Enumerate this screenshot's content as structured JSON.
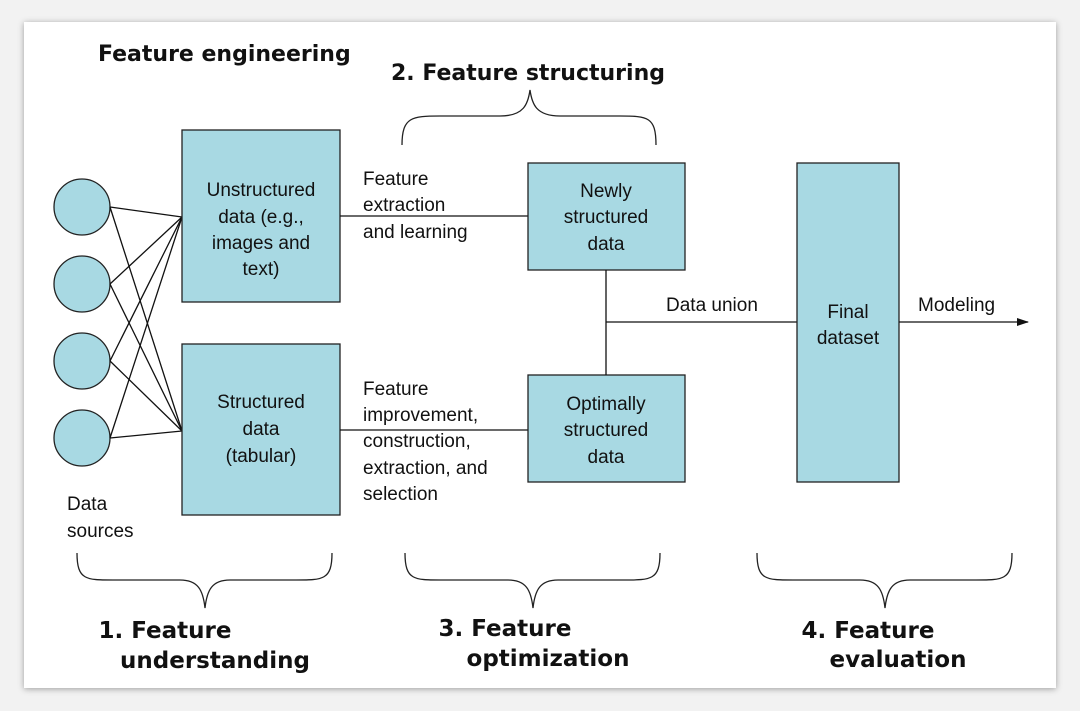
{
  "title": "Feature engineering",
  "stages": {
    "understanding": [
      "1. Feature",
      "understanding"
    ],
    "structuring": [
      "2. Feature structuring"
    ],
    "optimization": [
      "3. Feature",
      "optimization"
    ],
    "evaluation": [
      "4. Feature",
      "evaluation"
    ]
  },
  "boxes": {
    "unstructured": [
      "Unstructured",
      "data (e.g.,",
      "images and",
      "text)"
    ],
    "structured": [
      "Structured",
      "data",
      "(tabular)"
    ],
    "newly": [
      "Newly",
      "structured",
      "data"
    ],
    "optimally": [
      "Optimally",
      "structured",
      "data"
    ],
    "final": [
      "Final",
      "dataset"
    ]
  },
  "labels": {
    "data_sources": [
      "Data",
      "sources"
    ],
    "extraction": [
      "Feature",
      "extraction",
      "and learning"
    ],
    "improvement": [
      "Feature",
      "improvement,",
      "construction,",
      "extraction, and",
      "selection"
    ],
    "union": [
      "Data union"
    ],
    "modeling": [
      "Modeling"
    ]
  },
  "colors": {
    "box_fill": "#a8d9e3",
    "line": "#111111"
  }
}
